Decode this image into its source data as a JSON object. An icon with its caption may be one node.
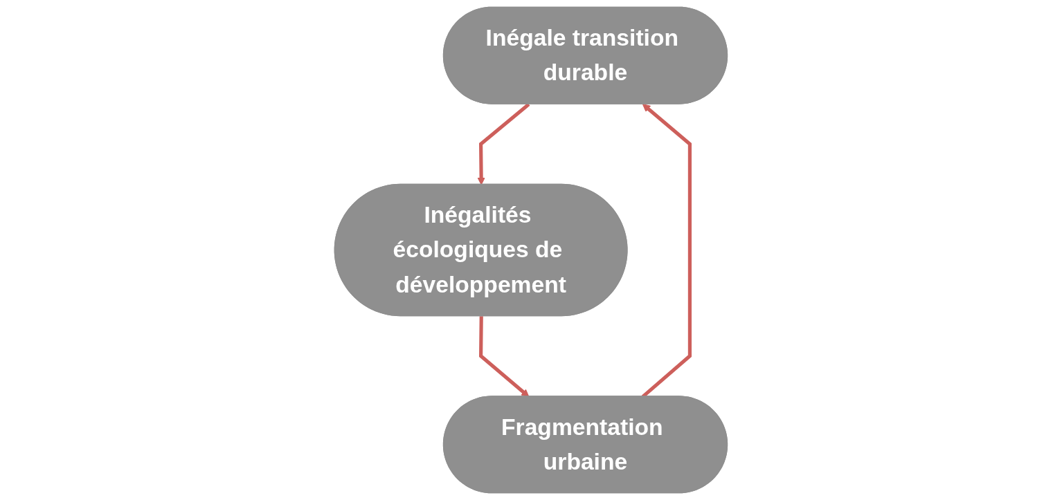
{
  "diagram": {
    "nodes": [
      {
        "text": [
          "Inégale transition durable"
        ]
      },
      {
        "text": [
          "Inégalités écologiques de développement"
        ]
      },
      {
        "text": [
          "Fragmentation urbaine"
        ]
      }
    ],
    "edges": [
      {
        "from": 0,
        "to": 1,
        "arrow": "to"
      },
      {
        "from": 1,
        "to": 2,
        "arrow": "to"
      },
      {
        "from": 2,
        "to": 0,
        "arrow": "to"
      }
    ]
  }
}
